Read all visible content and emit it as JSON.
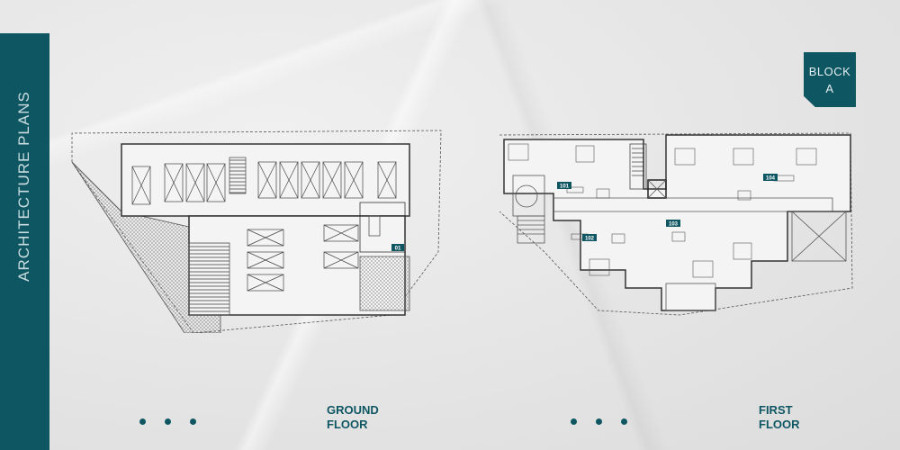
{
  "sidebar": {
    "title": "ARCHITECTURE PLANS"
  },
  "block_badge": {
    "line1": "BLOCK",
    "line2": "A"
  },
  "ground_floor": {
    "label_line1": "GROUND",
    "label_line2": "FLOOR",
    "units": [
      "01"
    ]
  },
  "first_floor": {
    "label_line1": "FIRST",
    "label_line2": "FLOOR",
    "units": [
      "101",
      "102",
      "103",
      "104"
    ]
  },
  "colors": {
    "accent": "#0f5663",
    "background": "#e6e6e6"
  }
}
